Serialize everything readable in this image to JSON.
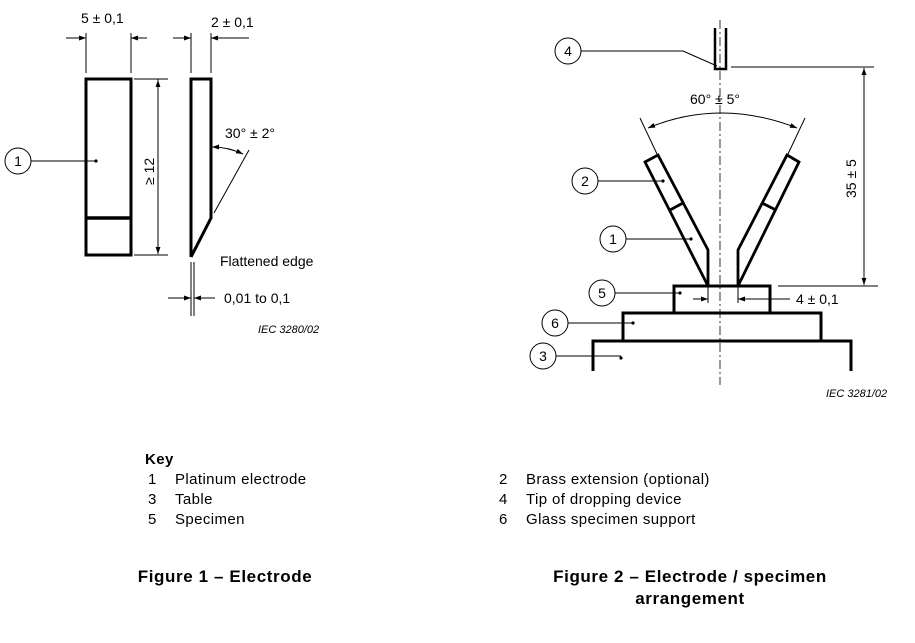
{
  "figure1": {
    "dims": {
      "width": "5 ± 0,1",
      "thickness": "2 ± 0,1",
      "length": "≥ 12",
      "angle": "30° ± 2°",
      "flattened_edge_label": "Flattened edge",
      "edge_width": "0,01 to 0,1"
    },
    "callouts": [
      "1"
    ],
    "ref": "IEC  3280/02",
    "caption": "Figure 1 – Electrode"
  },
  "figure2": {
    "dims": {
      "angle": "60° ± 5°",
      "height": "35 ± 5",
      "gap": "4 ± 0,1"
    },
    "callouts": [
      "4",
      "2",
      "1",
      "5",
      "6",
      "3"
    ],
    "ref": "IEC  3281/02",
    "caption_line1": "Figure 2 – Electrode / specimen",
    "caption_line2": "arrangement"
  },
  "key": {
    "title": "Key",
    "left": [
      {
        "num": "1",
        "label": "Platinum electrode"
      },
      {
        "num": "3",
        "label": "Table"
      },
      {
        "num": "5",
        "label": "Specimen"
      }
    ],
    "right": [
      {
        "num": "2",
        "label": "Brass extension (optional)"
      },
      {
        "num": "4",
        "label": "Tip of dropping device"
      },
      {
        "num": "6",
        "label": "Glass specimen support"
      }
    ]
  }
}
